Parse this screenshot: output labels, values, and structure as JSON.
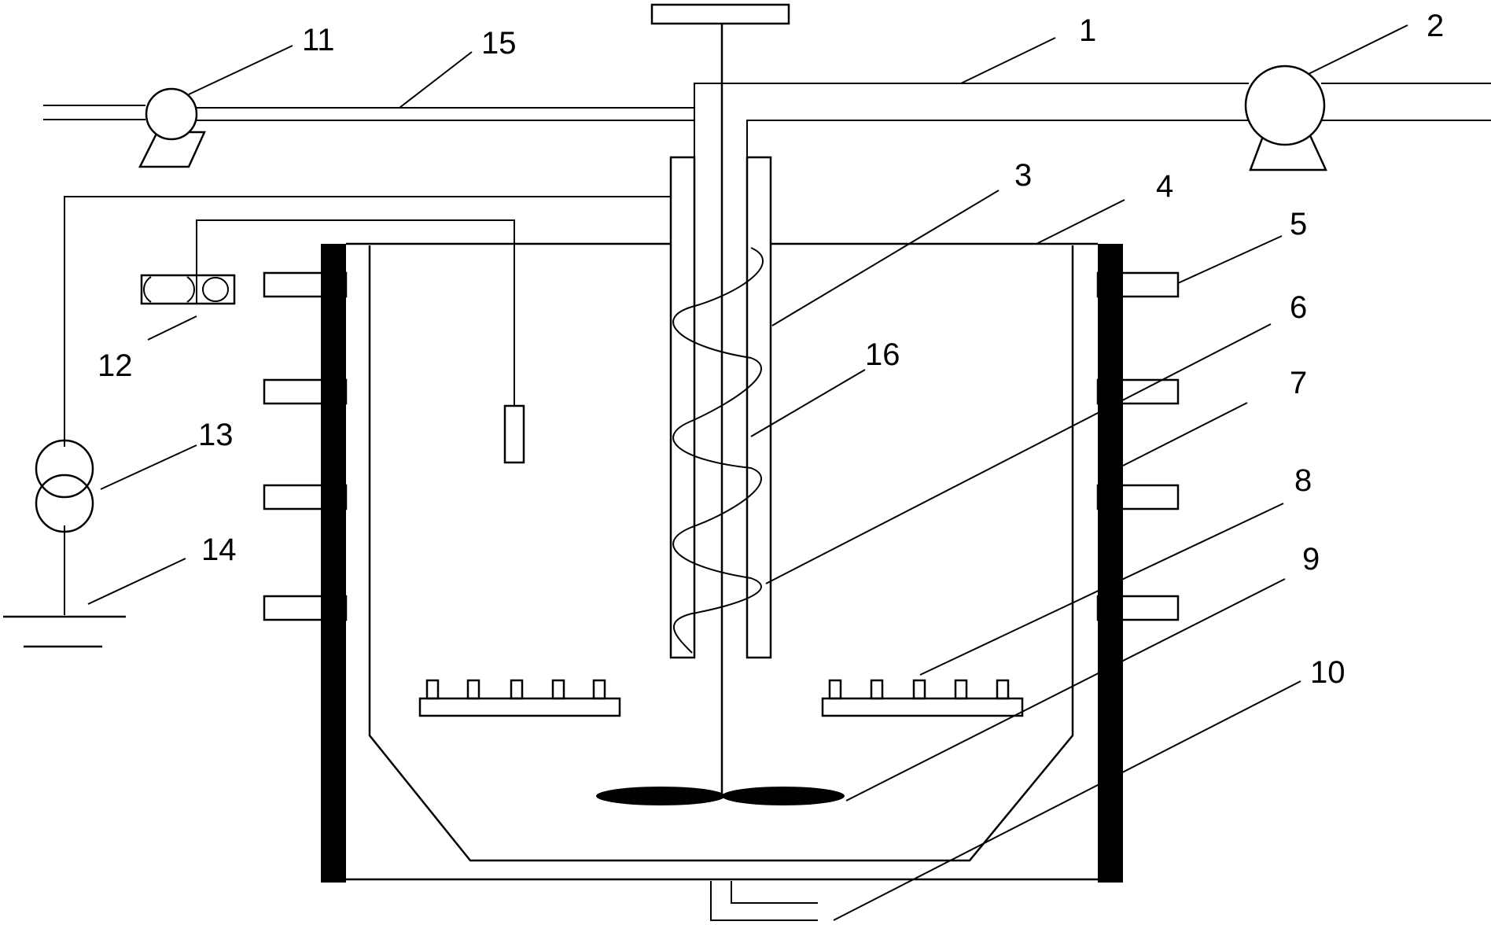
{
  "labels": {
    "l1": "1",
    "l2": "2",
    "l3": "3",
    "l4": "4",
    "l5": "5",
    "l6": "6",
    "l7": "7",
    "l8": "8",
    "l9": "9",
    "l10": "10",
    "l11": "11",
    "l12": "12",
    "l13": "13",
    "l14": "14",
    "l15": "15",
    "l16": "16"
  },
  "colors": {
    "line": "#000000",
    "background": "#ffffff"
  },
  "icons": [
    "pump-icon",
    "transformer-icon",
    "ground-icon",
    "sensor-icon",
    "impeller-icon"
  ]
}
